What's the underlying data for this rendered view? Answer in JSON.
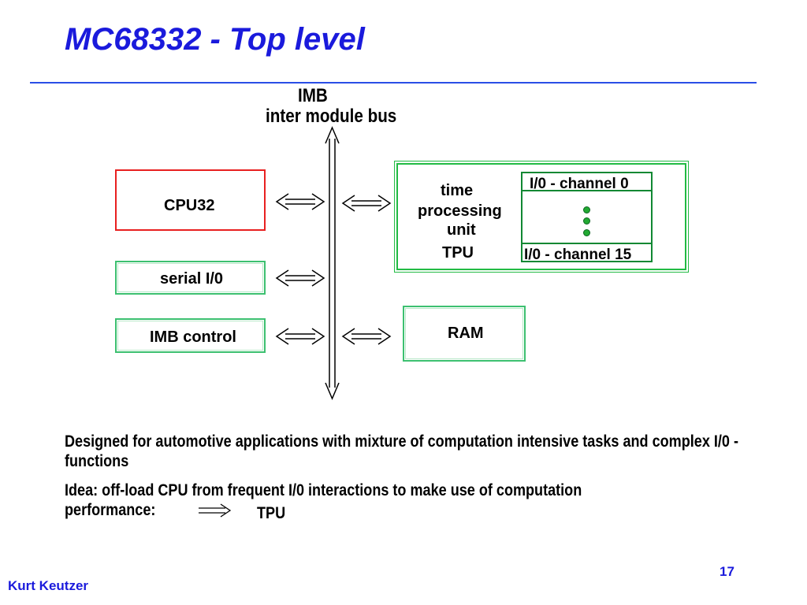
{
  "slide": {
    "title": "MC68332 - Top level",
    "footer_author": "Kurt Keutzer",
    "page_number": "17"
  },
  "diagram": {
    "bus_label": "IMB",
    "bus_sublabel": "inter module bus",
    "cpu_label": "CPU32",
    "serial_label": "serial I/0",
    "imb_control_label": "IMB control",
    "tpu_label_lines": [
      "time",
      "processing",
      "unit"
    ],
    "tpu_short": "TPU",
    "channel_first": "I/0 - channel 0",
    "channel_last": "I/0 - channel 15",
    "ram_label": "RAM",
    "line_color": "#22bb44",
    "cpu_border_color": "#e82020"
  },
  "notes": {
    "line1": "Designed for automotive applications with mixture of computation intensive tasks and complex I/0 -functions",
    "line2": "Idea: off-load CPU from frequent I/0 interactions to make use of computation performance:",
    "line2_target": "TPU"
  }
}
